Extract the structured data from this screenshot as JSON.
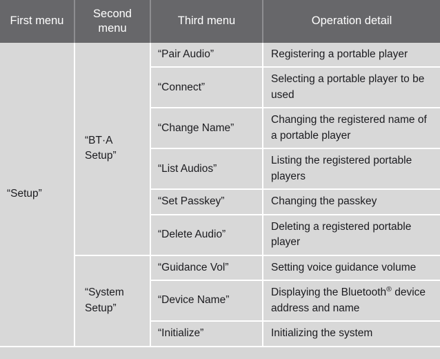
{
  "table": {
    "headers": [
      {
        "label": "First menu"
      },
      {
        "label": "Second menu"
      },
      {
        "label": "Third menu"
      },
      {
        "label": "Operation detail"
      }
    ],
    "first_menu": "“Setup”",
    "groups": [
      {
        "second_menu": "“BT·A Setup”",
        "rows": [
          {
            "third_menu": "“Pair Audio”",
            "operation_detail": "Registering a portable player"
          },
          {
            "third_menu": "“Connect”",
            "operation_detail": "Selecting a portable player to be used"
          },
          {
            "third_menu": "“Change Name”",
            "operation_detail": "Changing the registered name of a portable player"
          },
          {
            "third_menu": "“List Audios”",
            "operation_detail": "Listing the registered portable players"
          },
          {
            "third_menu": "“Set Passkey”",
            "operation_detail": "Changing the passkey"
          },
          {
            "third_menu": "“Delete Audio”",
            "operation_detail": "Deleting a registered portable player"
          }
        ]
      },
      {
        "second_menu": "“System Setup”",
        "rows": [
          {
            "third_menu": "“Guidance Vol”",
            "operation_detail": "Setting voice guidance volume"
          },
          {
            "third_menu": "“Device Name”",
            "operation_detail_prefix": "Displaying the Bluetooth",
            "operation_detail_sup": "®",
            "operation_detail_suffix": " device address and name"
          },
          {
            "third_menu": "“Initialize”",
            "operation_detail": "Initializing the system"
          }
        ]
      }
    ]
  },
  "colors": {
    "header_bg": "#67676a",
    "header_text": "#ffffff",
    "body_bg": "#d8d8d8",
    "body_text": "#1b1b1f",
    "gridline": "#ffffff"
  }
}
